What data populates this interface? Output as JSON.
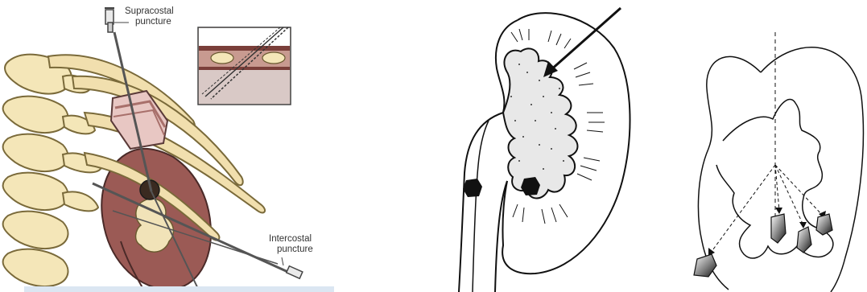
{
  "figure": {
    "panel_a": {
      "supracostal_line1": "Supracostal",
      "supracostal_line2": "puncture",
      "intercostal_line1": "Intercostal",
      "intercostal_line2": "puncture"
    }
  },
  "colors": {
    "bone": "#f4e6b8",
    "bone_outline": "#7a6a3a",
    "kidney": "#9b5a55",
    "skin": "#e8c7c3",
    "inset_bg": "#d9c9c6",
    "strip_bar": "#dbe6f2"
  }
}
